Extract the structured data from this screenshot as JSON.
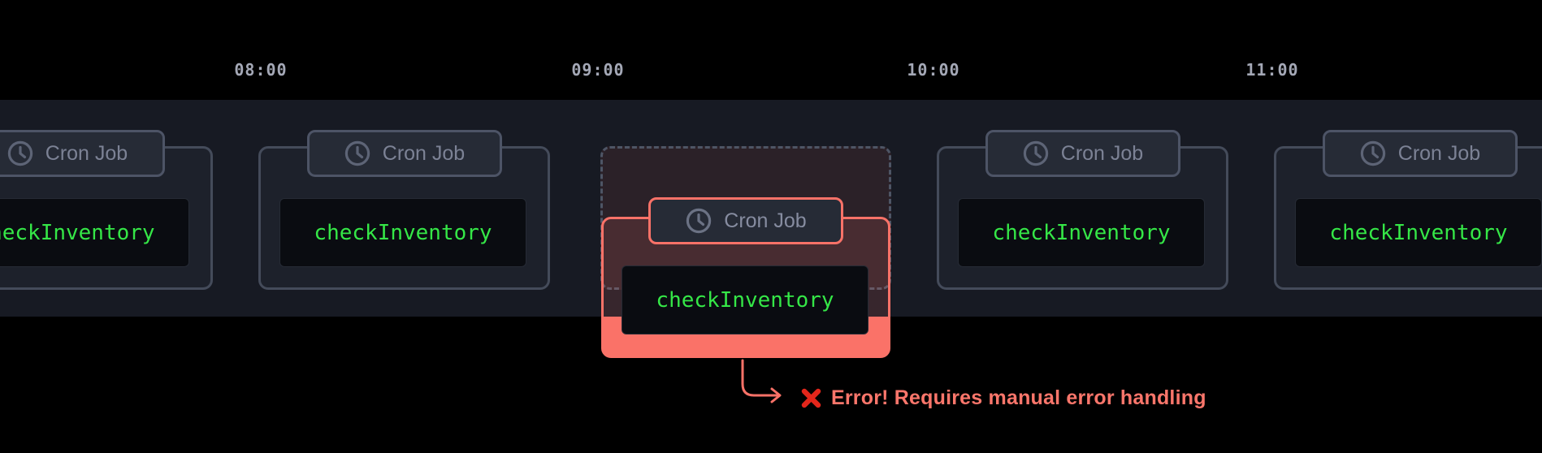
{
  "timeline": {
    "ticks": [
      {
        "label": "08:00"
      },
      {
        "label": "09:00"
      },
      {
        "label": "10:00"
      },
      {
        "label": "11:00"
      }
    ]
  },
  "cards": [
    {
      "chip_label": "Cron Job",
      "function_name": "checkInventory",
      "status": "normal",
      "icon": "clock-icon"
    },
    {
      "chip_label": "Cron Job",
      "function_name": "checkInventory",
      "status": "normal",
      "icon": "clock-icon"
    },
    {
      "chip_label": "Cron Job",
      "function_name": "checkInventory",
      "status": "error",
      "icon": "clock-icon"
    },
    {
      "chip_label": "Cron Job",
      "function_name": "checkInventory",
      "status": "normal",
      "icon": "clock-icon"
    },
    {
      "chip_label": "Cron Job",
      "function_name": "checkInventory",
      "status": "normal",
      "icon": "clock-icon"
    }
  ],
  "error_annotation": {
    "icon": "cross-mark-icon",
    "message": "Error! Requires manual error handling"
  },
  "colors": {
    "accent_error": "#fa7268",
    "function_text_green": "#35e747",
    "band_background": "#171a23",
    "card_border": "#444b5a",
    "tick_text": "#a4a8b6"
  }
}
